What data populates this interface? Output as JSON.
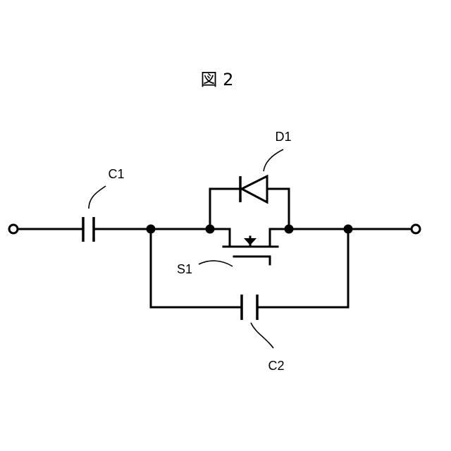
{
  "figure": {
    "title": "図 2"
  },
  "components": {
    "c1": {
      "label": "C1"
    },
    "c2": {
      "label": "C2"
    },
    "d1": {
      "label": "D1"
    },
    "s1": {
      "label": "S1"
    }
  },
  "colors": {
    "line": "#000000",
    "background": "#ffffff"
  }
}
